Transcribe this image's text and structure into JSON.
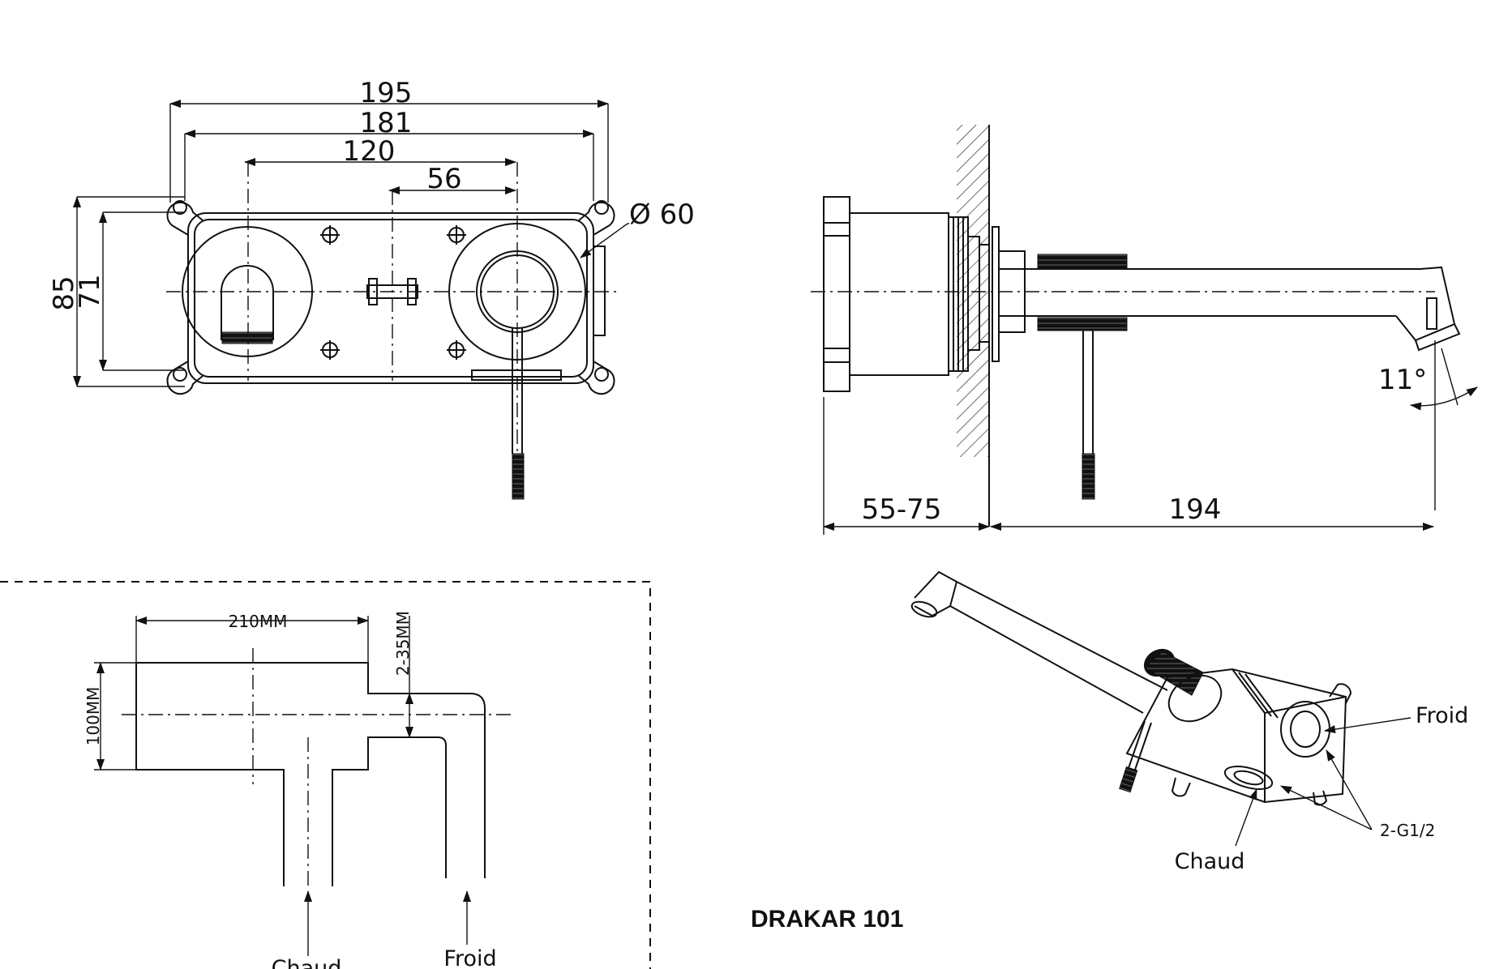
{
  "title": "DRAKAR 101",
  "front_view": {
    "dim_overall_width": "195",
    "dim_plate_width": "181",
    "dim_centers": "120",
    "dim_offset": "56",
    "dim_diameter": "Ø 60",
    "dim_height_outer": "85",
    "dim_height_inner": "71"
  },
  "side_view": {
    "dim_wall_depth": "55-75",
    "dim_spout_length": "194",
    "angle": "11°"
  },
  "install_plan": {
    "dim_width": "210MM",
    "dim_height": "100MM",
    "dim_offset": "2-35MM",
    "label_hot": "Chaud",
    "label_cold": "Froid"
  },
  "iso_view": {
    "label_cold": "Froid",
    "label_thread": "2-G1/2",
    "label_hot": "Chaud"
  }
}
